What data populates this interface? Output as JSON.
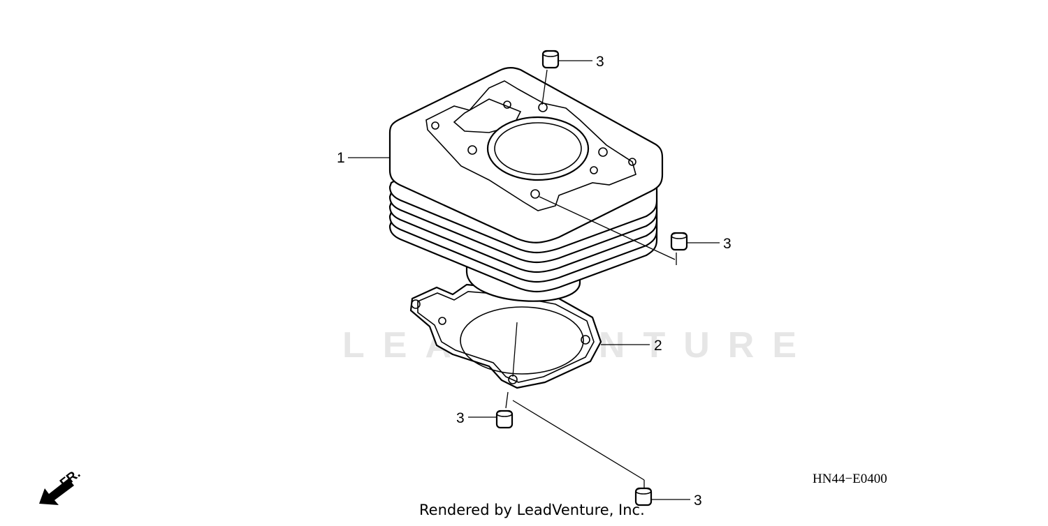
{
  "diagram": {
    "code": "HN44−E0400",
    "credit": "Rendered by LeadVenture, Inc.",
    "watermark": "LEADVENTURE",
    "direction_label": "FR.",
    "callouts": {
      "cylinder": "1",
      "gasket": "2",
      "dowel_top": "3",
      "dowel_right": "3",
      "dowel_lower_left": "3",
      "dowel_bottom": "3"
    }
  }
}
